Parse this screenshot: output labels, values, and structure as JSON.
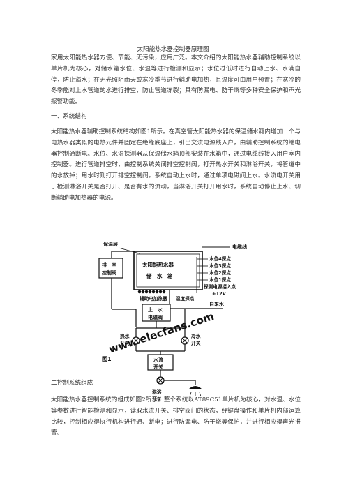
{
  "doc": {
    "title": "太阳能热水器控制器原理图",
    "intro": "家用太阳能热水器方便、节能、无污染，应用广泛。本文介绍的太阳能热水器辅助控制系统以单片机为核心，对储水箱水位、水温等进行检测和显示；水位过低时进行自动上水、水满自停，防止溢水；在无光照阴雨天或寒冷季节进行辅助电加热，且温度可由用户预置；在寒冷的冬季能对上水管道的水进行排空，防止管道冻裂；具有防漏电、防干烧等多种安全保护和声光报警功能。",
    "section1": "一、系统结构",
    "section1_text": "太阳能热水器辅助控制系统结构如图1所示。在真空管太阳能热水器的保温储水箱内增加一个与电热水器类似的电热元件并固定在绝缘底座上，引出交流电源线入户，由辅助控制系统的继电器控制通断电。水位、水温探测器从保温储水箱顶部安装在水箱中，通过电缆线接入用户室内控制器。进行管道排空时，由控制系统关闭排空控制阀，打开热水开关和淋浴开关，将管道中的水放掉；用水时则打开排空控制阀。系统自动上水时，通过单项电磁阀上水。水流电开关用于检测淋浴开关是否打开、是否有水的流动，当淋浴开关打开用水时，系统自动停止上水、切断辅助电加热器的电源。",
    "section2": "二控制系统组成",
    "section2_text": "太阳能热水器控制系统的组成如图2所示。整个系统以AT89C51单片机为核心，对水温、水位等参数进行智能检测和显示，读取水流开关、排空阀门的状态，经键盘操作和单片机内部运算比较，控制相应得执行机构进行通、断电；进行防漏电、防干烧等保护，并进行相应得声光报警。"
  },
  "figure": {
    "caption": "图1",
    "labels": {
      "insulation": "保温层",
      "cable": "电缆线",
      "drain_valve_1": "排　空",
      "drain_valve_2": "控制阀",
      "heater_name_1": "太阳能热水器",
      "heater_name_2": "储　水　箱",
      "level4": "水位4探点",
      "level3": "水位3探点",
      "level2": "水位2探点",
      "level1": "水位1探点",
      "probe_power": "探测电源接入点",
      "voltage": "+12V",
      "aux_heater": "辅助电加热器",
      "temp_probe": "温度探点",
      "inlet_valve_1": "上　水",
      "inlet_valve_2": "电磁阀",
      "tap_water": "自来水",
      "hot_switch_1": "热水",
      "hot_switch_2": "开关",
      "cold_switch_1": "冷水",
      "cold_switch_2": "开关",
      "flow_switch_1": "水流",
      "flow_switch_2": "开关",
      "shower_1": "淋浴",
      "shower_2": "开关",
      "watermark": "www.elecfans.com"
    }
  }
}
